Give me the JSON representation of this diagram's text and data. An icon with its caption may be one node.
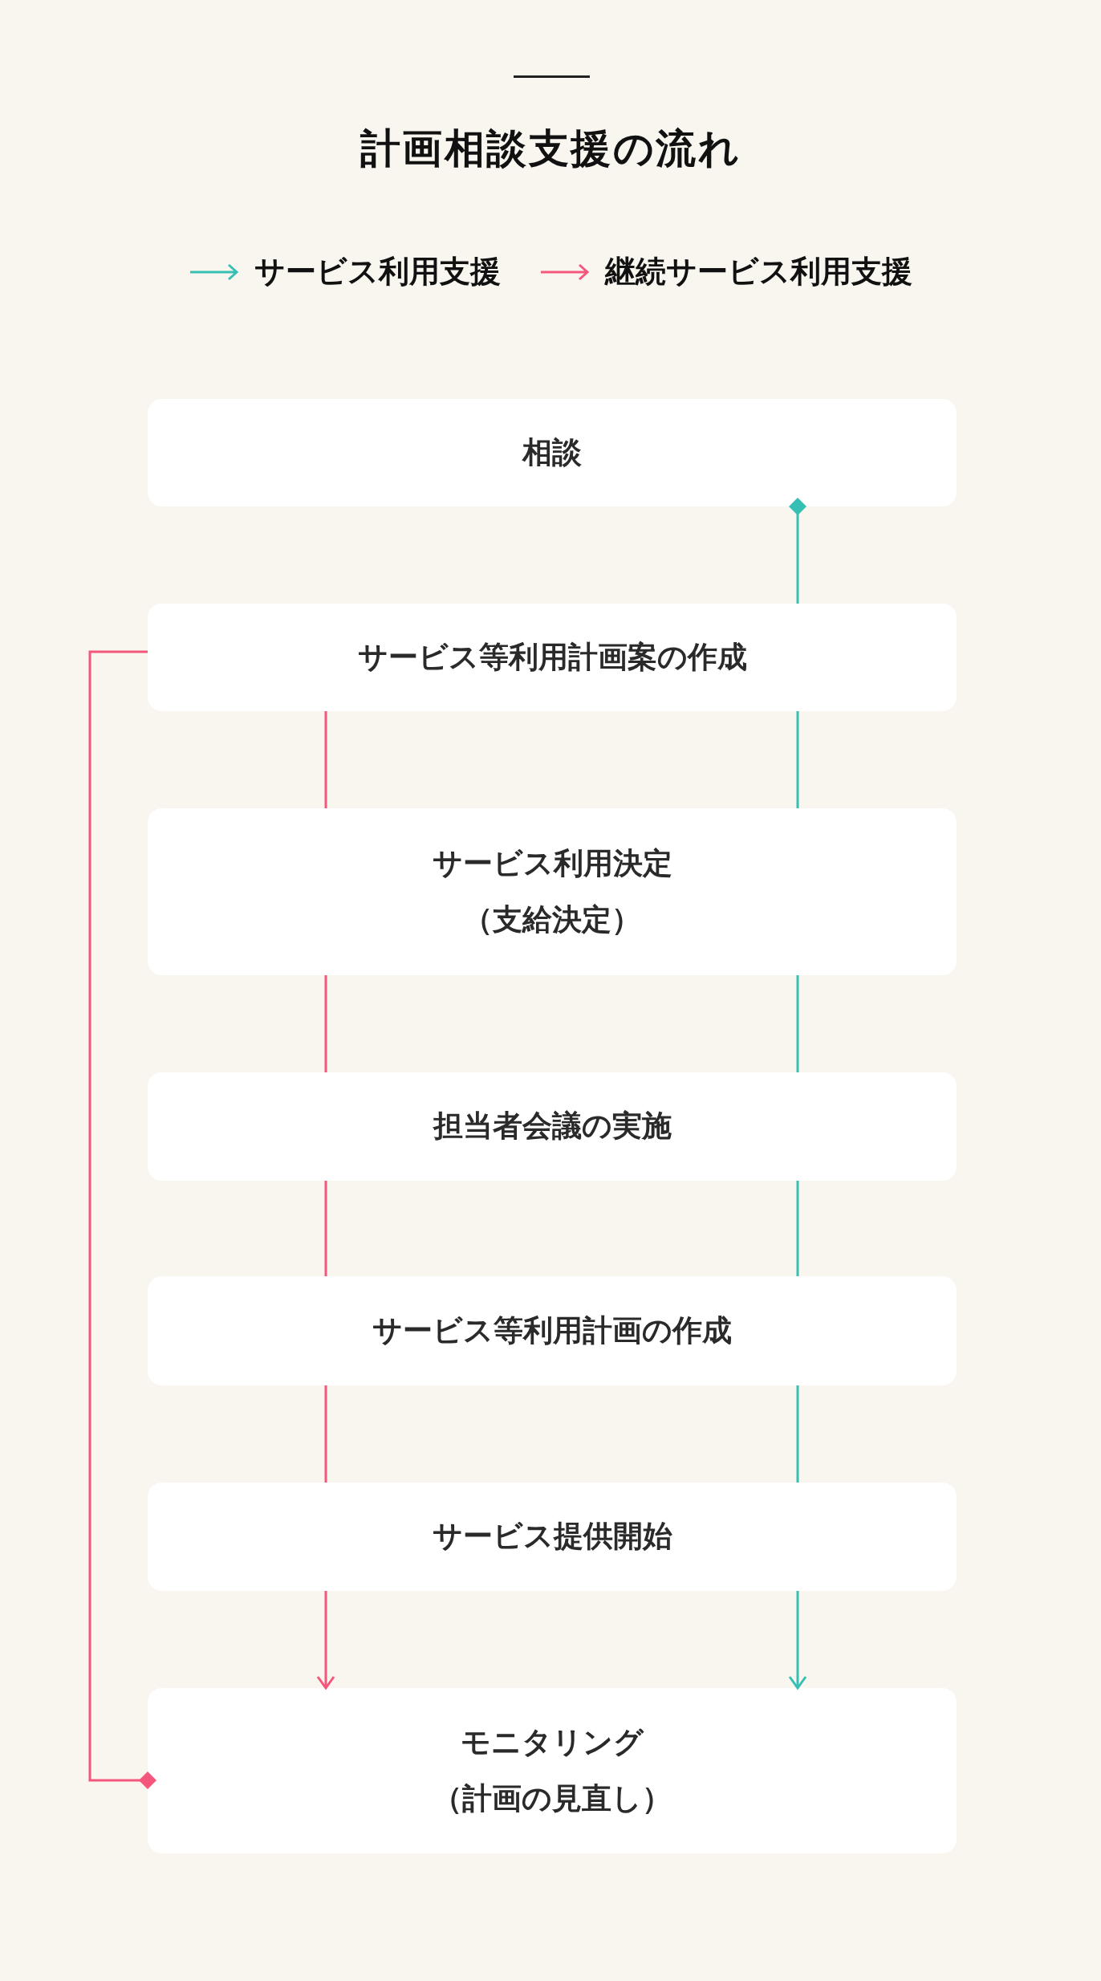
{
  "diagram": {
    "title": "計画相談支援の流れ",
    "nodes": [
      {
        "text": [
          "相談"
        ]
      },
      {
        "text": [
          "サービス等利用計画案の作成"
        ]
      },
      {
        "text": [
          "サービス利用決定",
          "（支給決定）"
        ]
      },
      {
        "text": [
          "担当者会議の実施"
        ]
      },
      {
        "text": [
          "サービス等利用計画の作成"
        ]
      },
      {
        "text": [
          "サービス提供開始"
        ]
      },
      {
        "text": [
          "モニタリング",
          "（計画の見直し）"
        ]
      }
    ],
    "edges": [
      {
        "from": 0,
        "to": 1,
        "arrow": "other",
        "color": "#37bfb4"
      },
      {
        "from": 1,
        "to": 2,
        "arrow": "none",
        "color": "#37bfb4"
      },
      {
        "from": 2,
        "to": 3,
        "arrow": "none",
        "color": "#37bfb4"
      },
      {
        "from": 3,
        "to": 4,
        "arrow": "none",
        "color": "#37bfb4"
      },
      {
        "from": 4,
        "to": 5,
        "arrow": "none",
        "color": "#37bfb4"
      },
      {
        "from": 5,
        "to": 6,
        "arrow": "to",
        "color": "#37bfb4"
      },
      {
        "from": 1,
        "to": 2,
        "arrow": "none",
        "color": "#f5567b"
      },
      {
        "from": 2,
        "to": 3,
        "arrow": "none",
        "color": "#f5567b"
      },
      {
        "from": 3,
        "to": 4,
        "arrow": "none",
        "color": "#f5567b"
      },
      {
        "from": 4,
        "to": 5,
        "arrow": "none",
        "color": "#f5567b"
      },
      {
        "from": 5,
        "to": 6,
        "arrow": "to",
        "color": "#f5567b"
      },
      {
        "from": 6,
        "to": 1,
        "arrow": "other",
        "color": "#f5567b"
      }
    ],
    "legend": [
      {
        "text": "サービス利用支援"
      },
      {
        "text": "継続サービス利用支援"
      }
    ]
  }
}
